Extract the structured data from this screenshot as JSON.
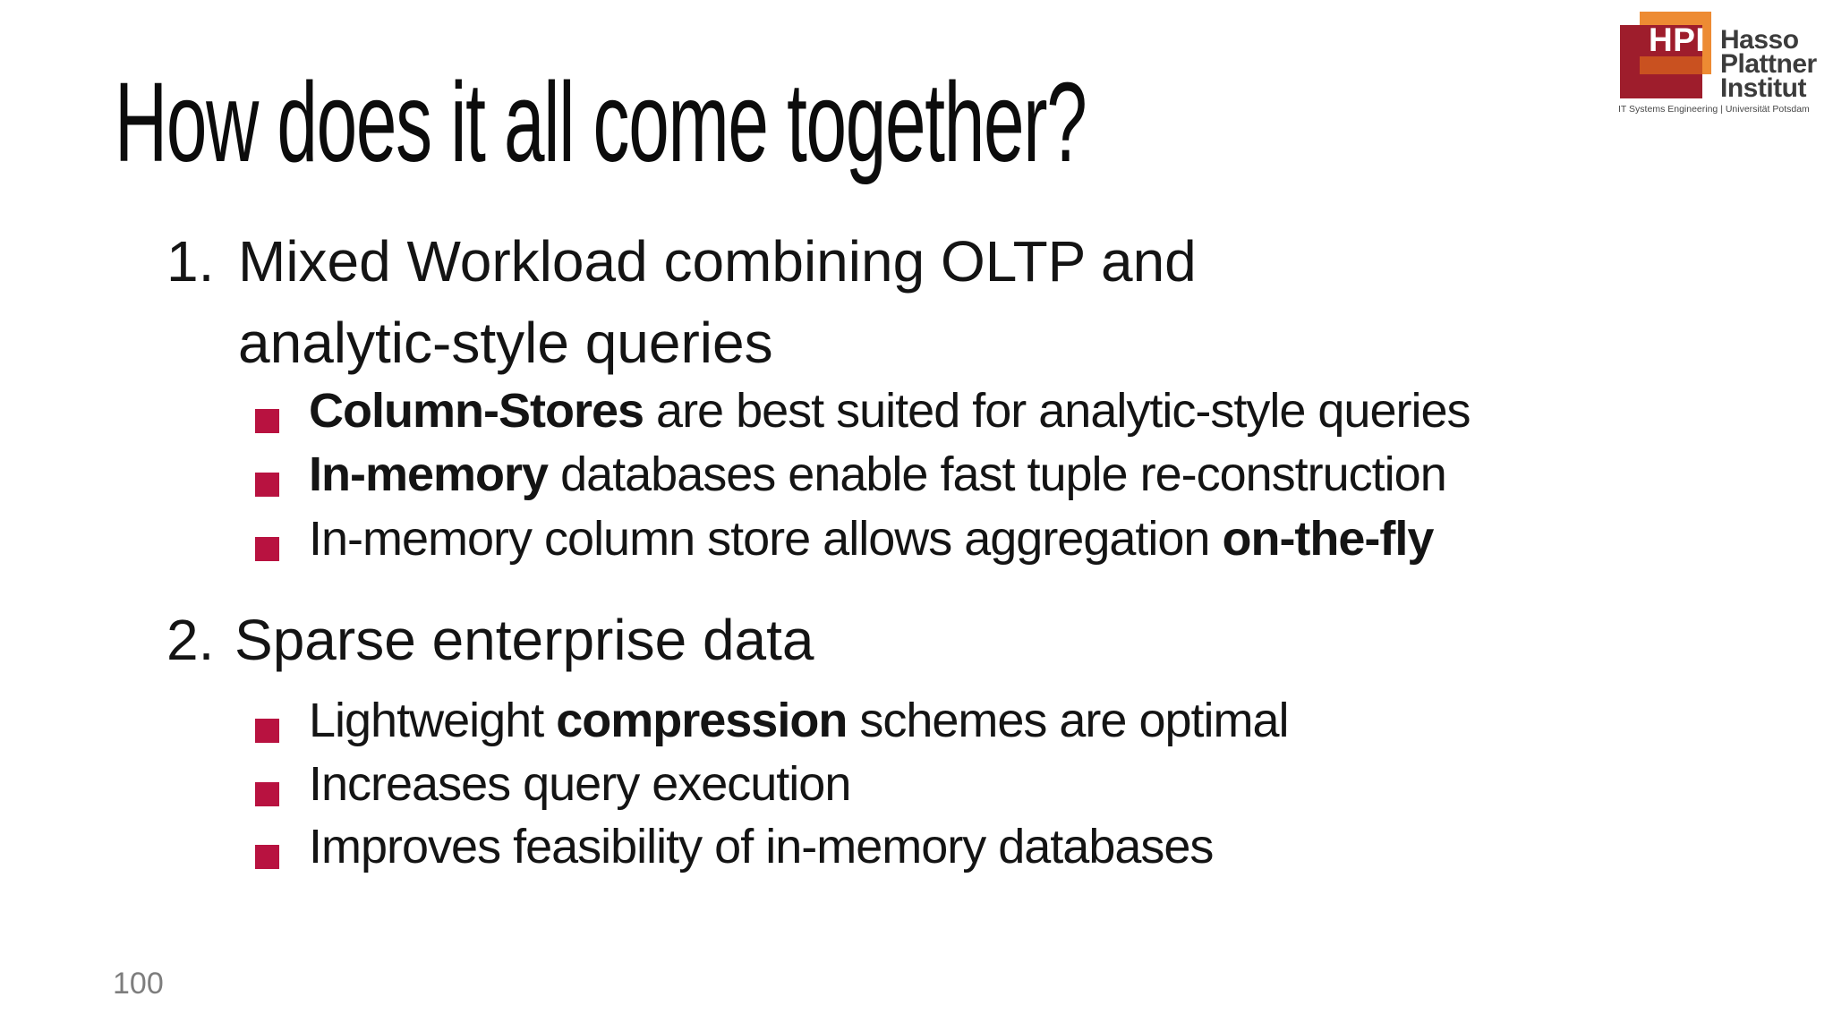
{
  "slide": {
    "title": "How does it all come together?",
    "page_number": "100",
    "text_color": "#141414",
    "bullet_color": "#B81240",
    "page_number_color": "#7d7d7d",
    "items": [
      {
        "number": "1.",
        "lines": [
          "Mixed Workload combining OLTP and",
          "analytic-style queries"
        ],
        "bullets": [
          {
            "segments": [
              {
                "text": "Column-Stores",
                "bold": true
              },
              {
                "text": " are best suited for analytic-style queries",
                "bold": false
              }
            ]
          },
          {
            "segments": [
              {
                "text": "In-memory",
                "bold": true
              },
              {
                "text": " databases enable fast tuple re-construction",
                "bold": false
              }
            ]
          },
          {
            "segments": [
              {
                "text": "In-memory column store allows aggregation ",
                "bold": false
              },
              {
                "text": "on-the-fly",
                "bold": true
              }
            ]
          }
        ]
      },
      {
        "number": "2.",
        "lines": [
          "Sparse enterprise data"
        ],
        "bullets": [
          {
            "segments": [
              {
                "text": "Lightweight ",
                "bold": false
              },
              {
                "text": "compression",
                "bold": true
              },
              {
                "text": " schemes are optimal",
                "bold": false
              }
            ]
          },
          {
            "segments": [
              {
                "text": "Increases query execution",
                "bold": false
              }
            ]
          },
          {
            "segments": [
              {
                "text": "Improves feasibility of in-memory databases",
                "bold": false
              }
            ]
          }
        ]
      }
    ]
  },
  "logo": {
    "acronym": "HPI",
    "name_lines": [
      "Hasso",
      "Plattner",
      "Institut"
    ],
    "tagline": "IT Systems Engineering | Universität Potsdam",
    "colors": {
      "orange": "#ED8B33",
      "maroon": "#9E1D2C",
      "overlap": "#C95120",
      "text": "#3C3C3C"
    }
  }
}
